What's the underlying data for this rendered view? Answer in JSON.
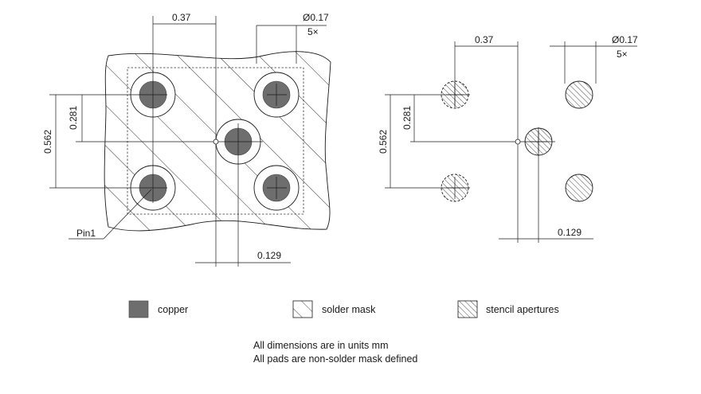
{
  "left_view": {
    "dims": {
      "pitch_x": "0.37",
      "diameter": "Ø0.17",
      "count": "5×",
      "pitch_y_half": "0.281",
      "pitch_y_full": "0.562",
      "offset_x": "0.129"
    },
    "pin1_label": "Pin1"
  },
  "right_view": {
    "dims": {
      "pitch_x": "0.37",
      "diameter": "Ø0.17",
      "count": "5×",
      "pitch_y_half": "0.281",
      "pitch_y_full": "0.562",
      "offset_x": "0.129"
    }
  },
  "legend": {
    "copper": "copper",
    "solder_mask": "solder mask",
    "stencil": "stencil apertures"
  },
  "notes": {
    "line1": "All dimensions are in units mm",
    "line2": "All pads are non-solder mask defined"
  },
  "colors": {
    "copper": "#6e6e6e",
    "line": "#1a1a1a"
  }
}
